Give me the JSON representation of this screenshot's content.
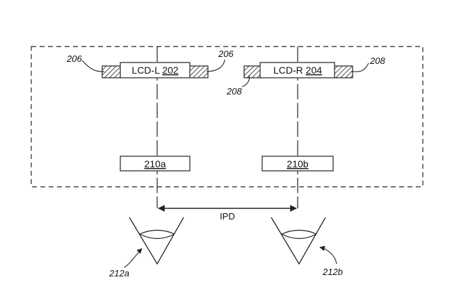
{
  "lcd_left": {
    "prefix": "LCD-L ",
    "ref": "202"
  },
  "lcd_right": {
    "prefix": "LCD-R ",
    "ref": "204"
  },
  "lens_left": {
    "ref": "210a"
  },
  "lens_right": {
    "ref": "210b"
  },
  "ipd": {
    "label": "IPD"
  },
  "refs": {
    "mount_left_outer": "206",
    "mount_left_inner": "206",
    "mount_right_inner": "208",
    "mount_right_outer": "208",
    "eye_left": "212a",
    "eye_right": "212b"
  }
}
